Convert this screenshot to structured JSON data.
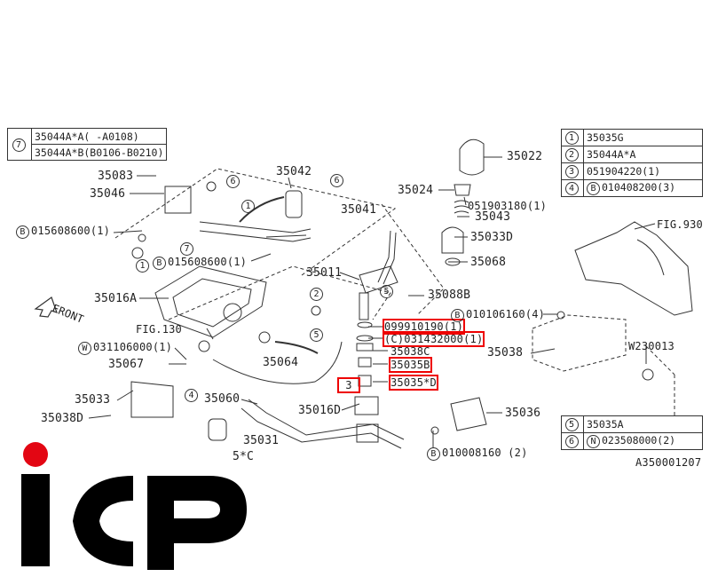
{
  "callouts": {
    "c35022": "35022",
    "c35024": "35024",
    "c051903180": "051903180(1)",
    "c35043": "35043",
    "c35033D": "35033D",
    "c35068": "35068",
    "c35042": "35042",
    "c35041": "35041",
    "c35083": "35083",
    "c35046": "35046",
    "c015608600_a": "015608600(1)",
    "c015608600_b": "015608600(1)",
    "c35011": "35011",
    "c35088B": "35088B",
    "c35016A": "35016A",
    "cFRONT": "FRONT",
    "cFIG130": "FIG.130",
    "c031106000": "031106000(1)",
    "c35067": "35067",
    "c35064": "35064",
    "c099910190": "099910190(1)",
    "c031432000": "(C)031432000(1)",
    "c35038C": "35038C",
    "c35035B": "35035B",
    "c35035D": "35035*D",
    "c3": "3",
    "c35016D": "35016D",
    "c35060": "35060",
    "c35033": "35033",
    "c35038D": "35038D",
    "c35031": "35031",
    "c35C": "5*C",
    "c010106160": "010106160(4)",
    "cFIG930": "FIG.930",
    "c35038": "35038",
    "cW230013": "W230013",
    "c35036": "35036",
    "c010008160": "010008160 (2)",
    "cA350001207": "A350001207"
  },
  "markers": {
    "m1": "1",
    "m2": "2",
    "m4": "4",
    "m5": "5",
    "m6": "6",
    "m7": "7",
    "B": "B",
    "W": "W"
  },
  "legend_top_left": {
    "num": "7",
    "rows": [
      "35044A*A(  -A0108)",
      "35044A*B(B0106-B0210)"
    ]
  },
  "legend_top_right": [
    {
      "num": "1",
      "text": "35035G"
    },
    {
      "num": "2",
      "text": "35044A*A"
    },
    {
      "num": "3",
      "text": "051904220(1)"
    },
    {
      "num": "4",
      "text": "010408200(3)",
      "prefix": "B"
    }
  ],
  "legend_bottom_right": [
    {
      "num": "5",
      "text": "35035A"
    },
    {
      "num": "6",
      "text": "023508000(2)",
      "prefix": "N"
    }
  ],
  "logo": {
    "text": "ICP",
    "dot_color": "#e30613",
    "letter_color": "#000000"
  },
  "colors": {
    "highlight": "#e00000",
    "line": "#333333"
  }
}
